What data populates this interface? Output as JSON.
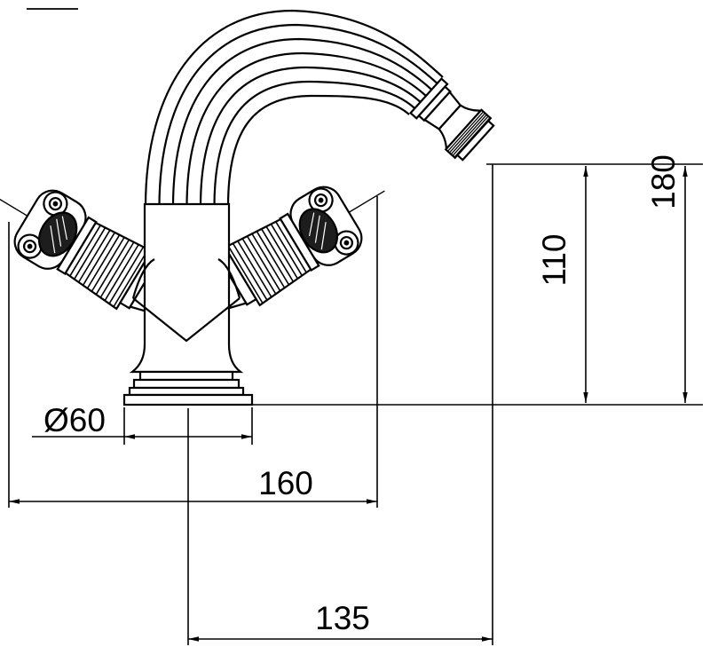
{
  "drawing": {
    "type": "technical-dimension-drawing",
    "subject": "Two-handle bidet mixer faucet with curved spout, elevation view",
    "line_color": "#000000",
    "background_color": "#ffffff",
    "dim_labels": {
      "base_diameter": "Ø60",
      "overall_width": "160",
      "spout_reach": "135",
      "spout_outlet_height": "110",
      "overall_height": "180"
    }
  }
}
